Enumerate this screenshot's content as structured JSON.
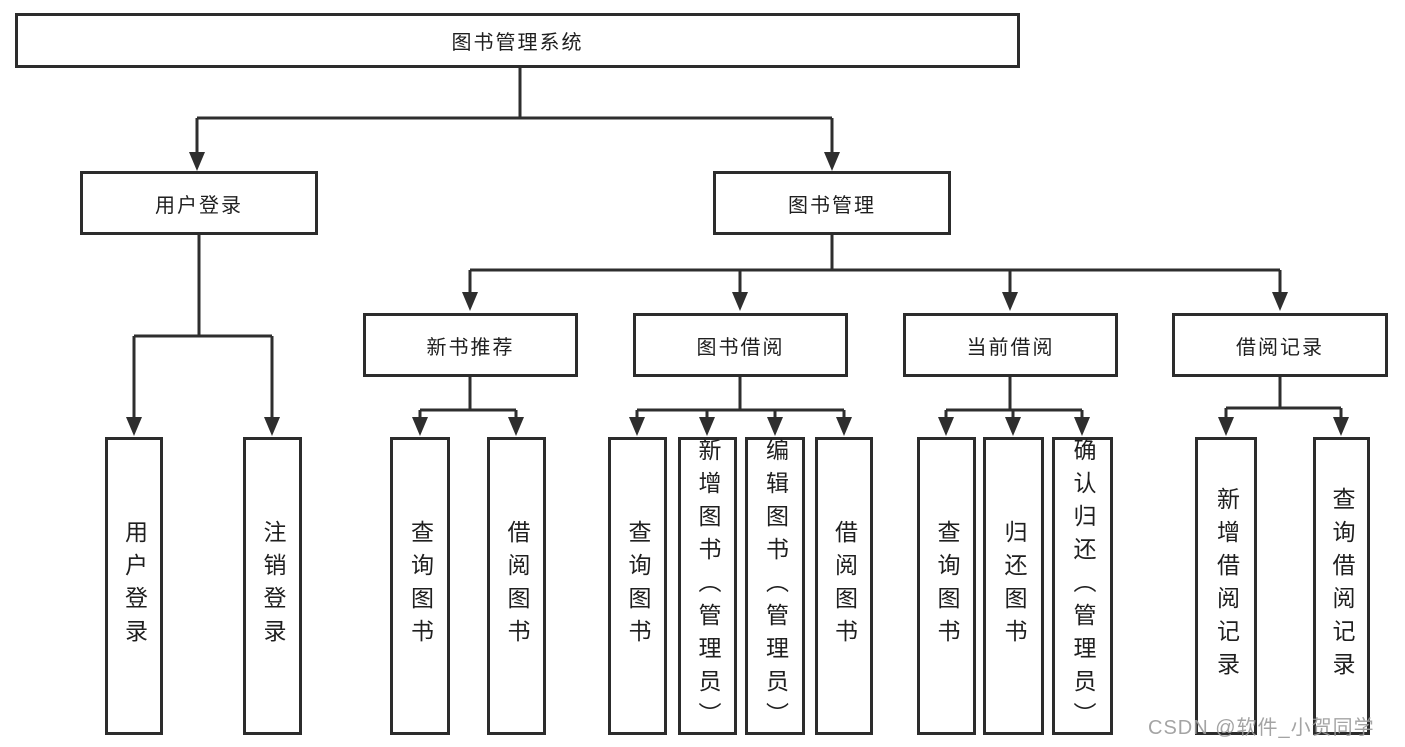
{
  "diagram": {
    "title": "图书管理系统",
    "branches": [
      {
        "label": "用户登录",
        "children": [
          {
            "label": "用户登录"
          },
          {
            "label": "注销登录"
          }
        ]
      },
      {
        "label": "图书管理",
        "children": [
          {
            "label": "新书推荐",
            "children": [
              {
                "label": "查询图书"
              },
              {
                "label": "借阅图书"
              }
            ]
          },
          {
            "label": "图书借阅",
            "children": [
              {
                "label": "查询图书"
              },
              {
                "label": "新增图书（管理员）"
              },
              {
                "label": "编辑图书（管理员）"
              },
              {
                "label": "借阅图书"
              }
            ]
          },
          {
            "label": "当前借阅",
            "children": [
              {
                "label": "查询图书"
              },
              {
                "label": "归还图书"
              },
              {
                "label": "确认归还（管理员）"
              }
            ]
          },
          {
            "label": "借阅记录",
            "children": [
              {
                "label": "新增借阅记录"
              },
              {
                "label": "查询借阅记录"
              }
            ]
          }
        ]
      }
    ]
  },
  "colors": {
    "line": "#2e2e2e",
    "box_border": "#2c2c2c",
    "text": "#1f1f1f",
    "watermark": "#9b9b9b",
    "background": "#ffffff"
  },
  "watermark": {
    "text": "CSDN @软件_小贺同学"
  }
}
